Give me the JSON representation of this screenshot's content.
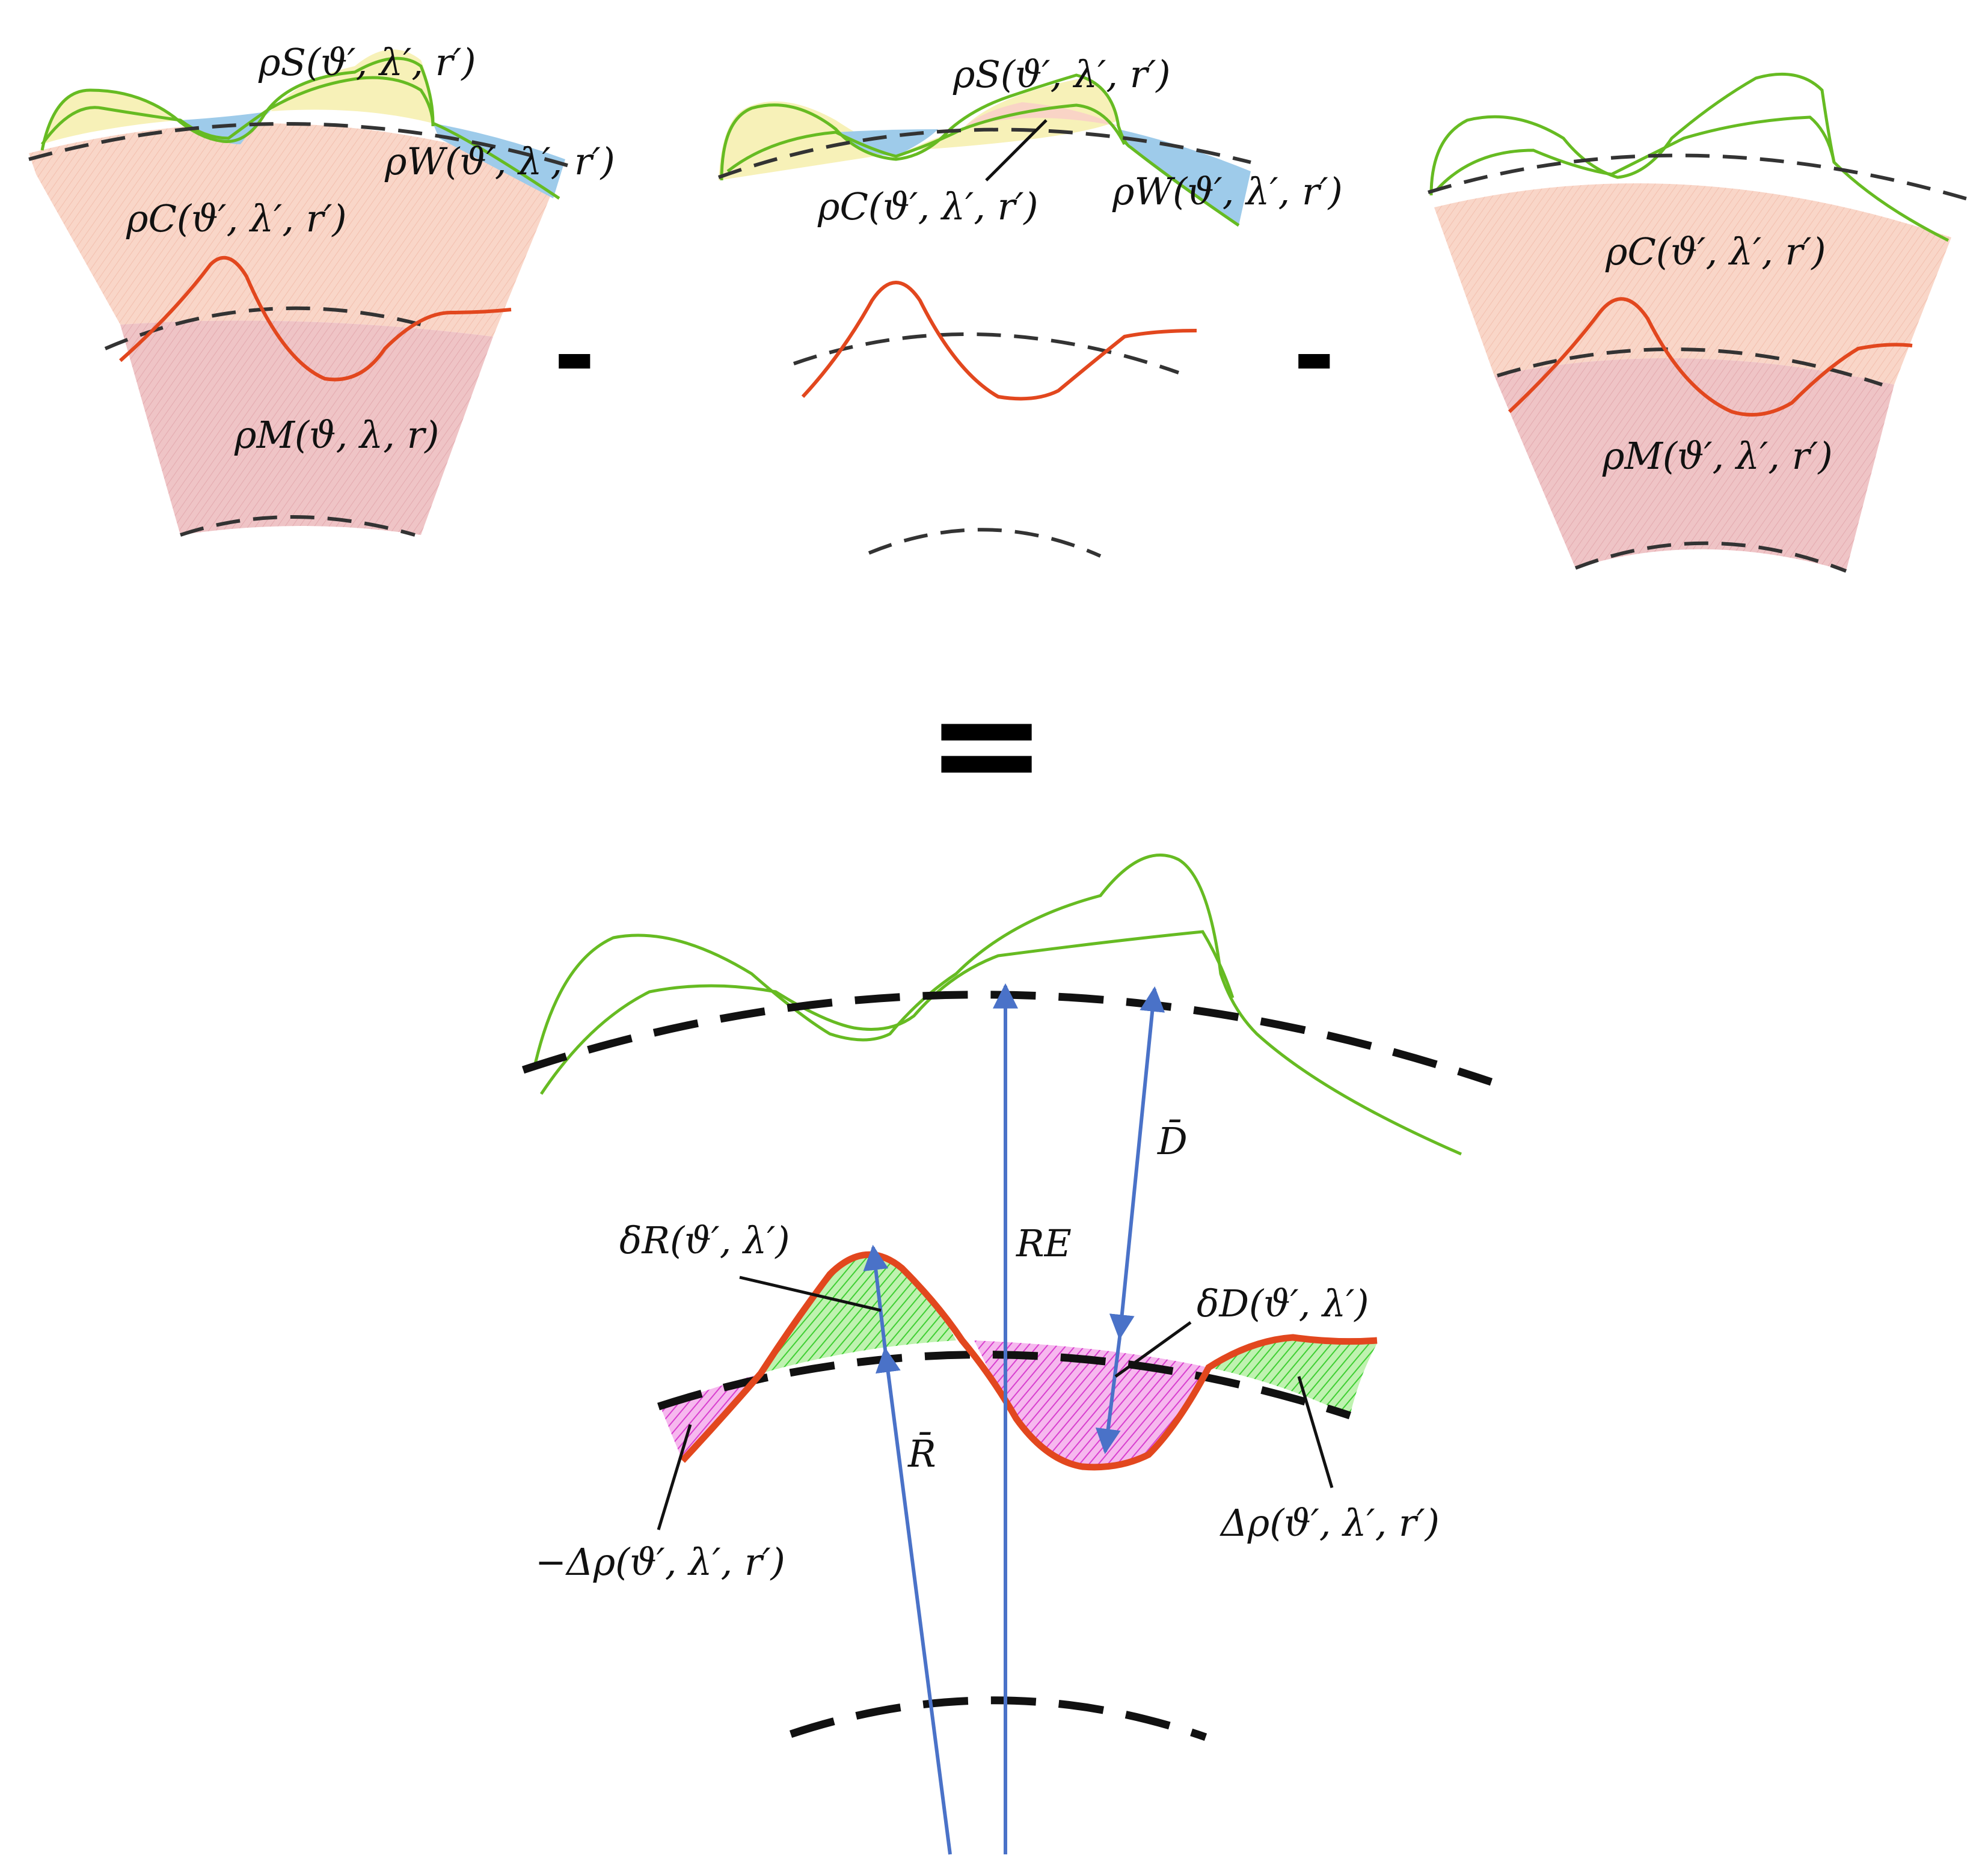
{
  "colors": {
    "crust": "#f9d4c6",
    "mantle": "#eec1c5",
    "sediment": "#f7f1b8",
    "water": "#9ecbea",
    "topography": "#66bb22",
    "moho": "#e2471e",
    "arrow": "#4a72c8",
    "positive_anomaly": "#7ee06a",
    "negative_anomaly": "#e066d8"
  },
  "operators": {
    "minus_1": "-",
    "minus_2": "-",
    "equals": "="
  },
  "panel_left": {
    "rho_s": "ρS(ϑ′, λ′, r′)",
    "rho_w": "ρW(ϑ′, λ′, r′)",
    "rho_c": "ρC(ϑ′, λ′, r′)",
    "rho_m": "ρM(ϑ, λ, r)"
  },
  "panel_middle": {
    "rho_s": "ρS(ϑ′, λ′, r′)",
    "rho_c": "ρC(ϑ′, λ′, r′)",
    "rho_w": "ρW(ϑ′, λ′, r′)"
  },
  "panel_right": {
    "rho_c": "ρC(ϑ′, λ′, r′)",
    "rho_m": "ρM(ϑ′, λ′, r′)"
  },
  "panel_bottom": {
    "d_bar": "D̄",
    "r_e": "RE",
    "delta_r": "δR(ϑ′, λ′)",
    "delta_d": "δD(ϑ′, λ′)",
    "r_bar": "R̄",
    "neg_delta_rho": "−Δρ(ϑ′, λ′, r′)",
    "delta_rho": "Δρ(ϑ′, λ′, r′)"
  }
}
